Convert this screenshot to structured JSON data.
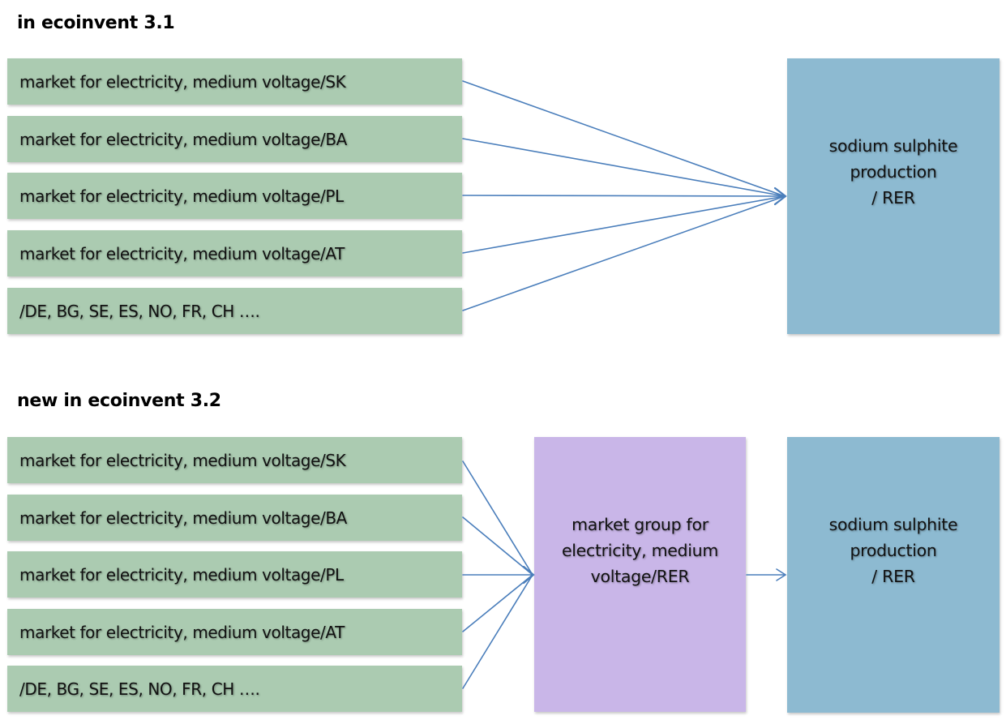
{
  "sections": [
    {
      "heading": "in ecoinvent 3.1",
      "inputs": [
        "market for electricity, medium voltage/SK",
        "market for electricity, medium voltage/BA",
        "market for electricity, medium voltage/PL",
        "market for electricity, medium voltage/AT",
        "/DE, BG, SE, ES, NO, FR, CH …."
      ],
      "target": {
        "lines": [
          "sodium sulphite",
          "production",
          "/ RER"
        ]
      }
    },
    {
      "heading": "new in ecoinvent 3.2",
      "inputs": [
        "market for electricity, medium voltage/SK",
        "market for electricity, medium voltage/BA",
        "market for electricity, medium voltage/PL",
        "market for electricity, medium voltage/AT",
        "/DE, BG, SE, ES, NO, FR, CH …."
      ],
      "intermediate": {
        "lines": [
          "market group for",
          "electricity, medium",
          "voltage/RER"
        ]
      },
      "target": {
        "lines": [
          "sodium sulphite",
          "production",
          "/ RER"
        ]
      }
    }
  ],
  "colors": {
    "input_box": "#abcbb1",
    "target_box": "#8dbad1",
    "intermediate_box": "#c9b6e8",
    "arrow": "#4a7ebb"
  }
}
